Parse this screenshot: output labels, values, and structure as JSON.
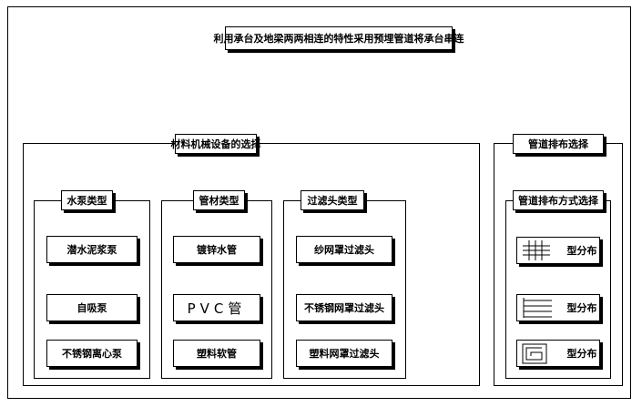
{
  "title": "利用承台及地梁两两相连的特性采用预埋管道将承台串连",
  "left_panel": {
    "heading": "材料机械设备的选择",
    "groups": [
      {
        "heading": "水泵类型",
        "items": [
          "潜水泥浆泵",
          "自吸泵",
          "不锈钢离心泵"
        ]
      },
      {
        "heading": "管材类型",
        "items": [
          "镀锌水管",
          "PVC管",
          "塑料软管"
        ]
      },
      {
        "heading": "过滤头类型",
        "items": [
          "纱网罩过滤头",
          "不锈钢网罩过滤头",
          "塑料网罩过滤头"
        ]
      }
    ]
  },
  "right_panel": {
    "heading": "管道排布选择",
    "sub_heading": "管道排布方式选择",
    "items": [
      {
        "icon": "grid-pattern-icon",
        "label": "型分布"
      },
      {
        "icon": "parallel-lines-pattern-icon",
        "label": "型分布"
      },
      {
        "icon": "spiral-pattern-icon",
        "label": "型分布"
      }
    ]
  }
}
